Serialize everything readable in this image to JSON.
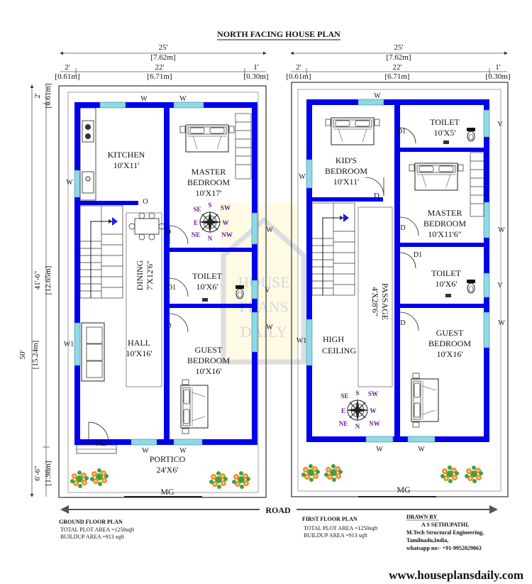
{
  "title": "NORTH FACING HOUSE PLAN",
  "watermark": {
    "lines": [
      "HOUSE",
      "PLANS",
      "DAILY"
    ]
  },
  "dims": {
    "total_width_ft": "25'",
    "total_width_m": "[7.62m]",
    "seg_left_ft": "2'",
    "seg_left_m": "[0.61m]",
    "seg_mid_ft": "22'",
    "seg_mid_m": "[6.71m]",
    "seg_right_ft": "1'",
    "seg_right_m": "[0.30m]",
    "depth_ft": "50'",
    "depth_m": "[15.24m]",
    "top_ft": "2'",
    "top_m": "[0.61m]",
    "house_ft": "41'-6\"",
    "house_m": "[12.65m]",
    "front_ft": "6'-6\"",
    "front_m": "[1.98m]"
  },
  "ground_floor": {
    "kitchen": {
      "name": "KITCHEN",
      "size": "10'X11'"
    },
    "master": {
      "name1": "MASTER",
      "name2": "BEDROOM",
      "size": "10'X17'"
    },
    "dining": {
      "name": "DINING",
      "size": "7'X12'6\""
    },
    "toilet": {
      "name": "TOILET",
      "size": "10'X6'"
    },
    "hall": {
      "name": "HALL",
      "size": "10'X16'"
    },
    "guest": {
      "name1": "GUEST",
      "name2": "BEDROOM",
      "size": "10'X16'"
    },
    "portico": {
      "name": "PORTICO",
      "size": "24'X6'"
    },
    "gate": "MG",
    "caption": "GROUND FLOOR PLAN",
    "plot_area": "TOTAL PLOT AREA =1250sqft",
    "buildup_area": "BUILDUP AREA =913 sqft"
  },
  "first_floor": {
    "kids": {
      "name1": "KID'S",
      "name2": "BEDROOM",
      "size": "10'X11'"
    },
    "toilet1": {
      "name": "TOILET",
      "size": "10'X5'"
    },
    "master": {
      "name1": "MASTER",
      "name2": "BEDROOM",
      "size": "10'X11'6\""
    },
    "toilet2": {
      "name": "TOILET",
      "size": "10'X6'"
    },
    "passage": {
      "name": "PASSAGE",
      "size": "4'X28'6\""
    },
    "high": {
      "line1": "HIGH",
      "line2": "CEILING"
    },
    "guest": {
      "name1": "GUEST",
      "name2": "BEDROOM",
      "size": "10'X16'"
    },
    "gate": "MG",
    "caption": "FIRST FLOOR PLAN",
    "plot_area": "TOTAL PLOT AREA =1250sqft",
    "buildup_area": "BUILDUP AREA =913 sqft"
  },
  "labels": {
    "window": "W",
    "window1": "W1",
    "door": "D",
    "door1": "D1",
    "main_door": "MD",
    "opening": "O",
    "vent": "V"
  },
  "compass": {
    "n": "N",
    "s": "S",
    "e": "E",
    "w": "W",
    "ne": "NE",
    "nw": "NW",
    "se": "SE",
    "sw": "SW"
  },
  "road": "ROAD",
  "credits": {
    "drawn_by": "DRAWN BY",
    "name": "A S SETHUPATHI,",
    "degree": "M.Tech Structural Engineering,",
    "place": "Tamilnadu,India,",
    "phone": "whatsapp no:- +91-9952029063"
  },
  "website": "www.houseplansdaily.com",
  "colors": {
    "wall": "#0000ee",
    "window": "#8fd8e6",
    "plant_flower": "#f08a3c",
    "plant_leaf": "#3aa63a"
  }
}
